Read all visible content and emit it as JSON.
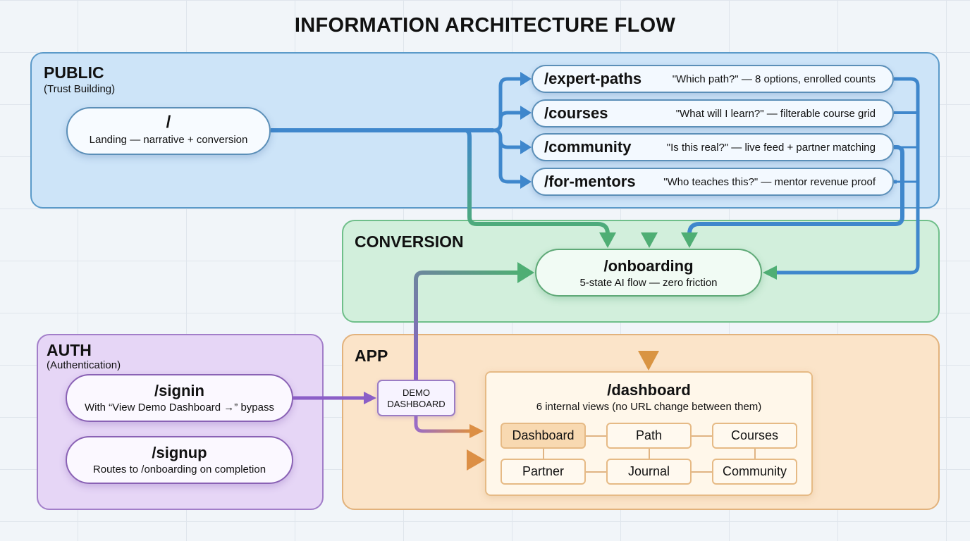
{
  "title": "INFORMATION ARCHITECTURE FLOW",
  "zones": {
    "public": {
      "title": "PUBLIC",
      "subtitle": "(Trust Building)",
      "color": "#cde4f8"
    },
    "conversion": {
      "title": "CONVERSION",
      "color": "#d2efdc"
    },
    "auth": {
      "title": "AUTH",
      "subtitle": "(Authentication)",
      "color": "#e6d6f6"
    },
    "app": {
      "title": "APP",
      "color": "#fbe4c9"
    }
  },
  "nodes": {
    "landing": {
      "route": "/",
      "desc": "Landing — narrative + conversion"
    },
    "public_pages": [
      {
        "route": "/expert-paths",
        "desc": "\"Which path?\" — 8 options, enrolled counts"
      },
      {
        "route": "/courses",
        "desc": "\"What will I learn?\" — filterable course grid"
      },
      {
        "route": "/community",
        "desc": "\"Is this real?\" — live feed + partner matching"
      },
      {
        "route": "/for-mentors",
        "desc": "\"Who teaches this?\" — mentor revenue proof"
      }
    ],
    "onboarding": {
      "route": "/onboarding",
      "desc": "5-state AI flow — zero friction"
    },
    "signin": {
      "route": "/signin",
      "desc": "With “View Demo Dashboard →” bypass"
    },
    "signup": {
      "route": "/signup",
      "desc": "Routes to /onboarding on completion"
    },
    "demo": {
      "line1": "DEMO",
      "line2": "DASHBOARD"
    },
    "dashboard": {
      "route": "/dashboard",
      "desc": "6 internal views (no URL change between them)",
      "views": [
        "Dashboard",
        "Path",
        "Courses",
        "Partner",
        "Journal",
        "Community"
      ],
      "active_view": "Dashboard"
    }
  },
  "colors": {
    "public_arrow": "#3f87cc",
    "conversion_arrow": "#4fae74",
    "auth_arrow": "#8b5fc7",
    "app_arrow": "#dc8f45"
  }
}
